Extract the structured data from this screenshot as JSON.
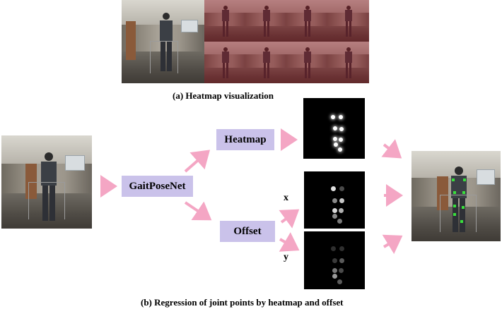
{
  "caption_a": "(a) Heatmap visualization",
  "caption_b": "(b) Regression of joint points by heatmap and offset",
  "boxes": {
    "gaitposenet": "GaitPoseNet",
    "heatmap": "Heatmap",
    "offset": "Offset"
  },
  "axis_labels": {
    "x": "x",
    "y": "y"
  },
  "colors": {
    "box_fill": "#cac2ea",
    "arrow": "#f4a6c4",
    "heatmap_tint": "#8c141e",
    "keypoint": "#39e03c"
  }
}
